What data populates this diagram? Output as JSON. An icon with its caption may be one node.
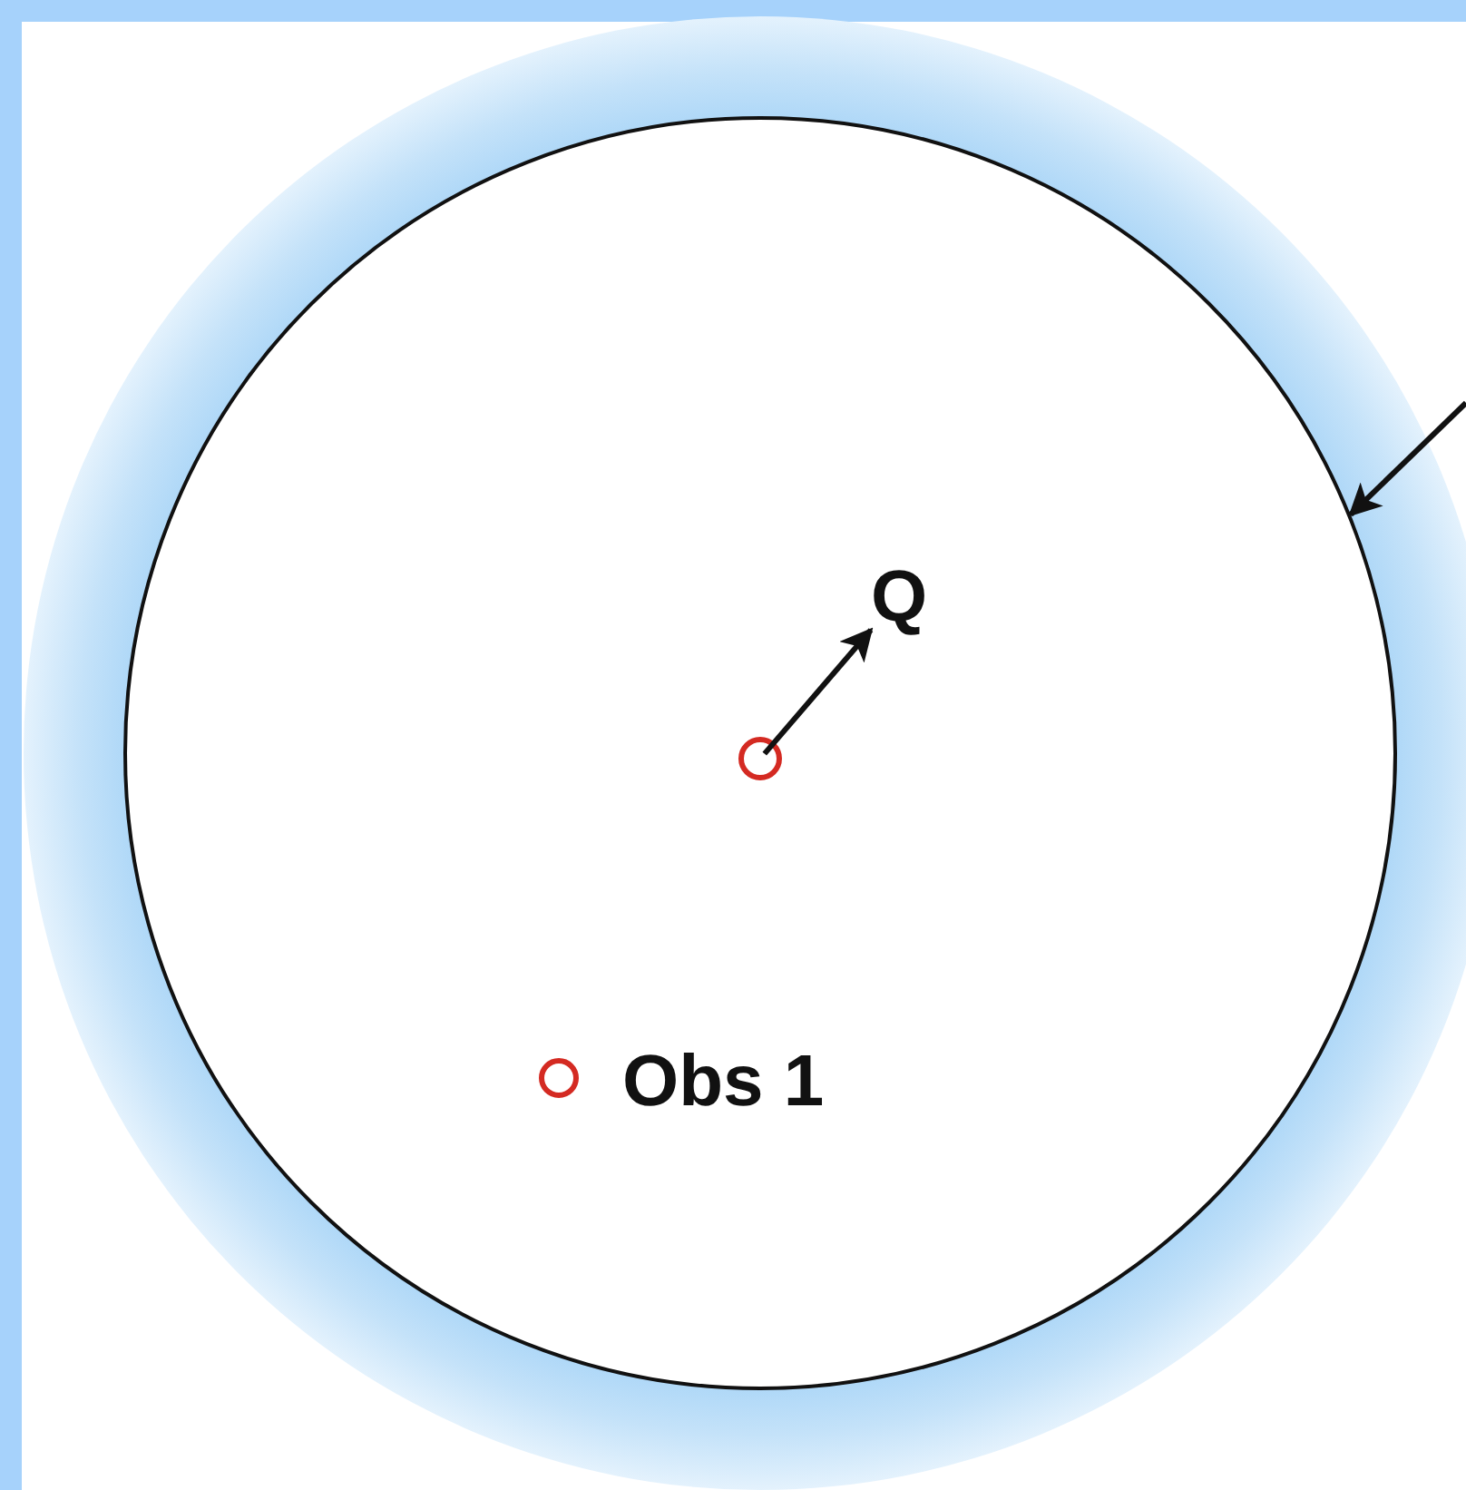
{
  "diagram": {
    "nodes": [
      {
        "text": [],
        "shape": "circle"
      },
      {
        "text": [],
        "shape": "circle",
        "in": 0
      },
      {
        "text": [
          "Q"
        ],
        "in": 0
      },
      {
        "text": [],
        "shape": "circle",
        "in": 0,
        "beside": [
          "Obs 1"
        ]
      }
    ],
    "edges": [
      {
        "from": 1,
        "to": 2,
        "arrow": "to"
      },
      {
        "from": null,
        "to": 0,
        "arrow": "to"
      }
    ]
  }
}
